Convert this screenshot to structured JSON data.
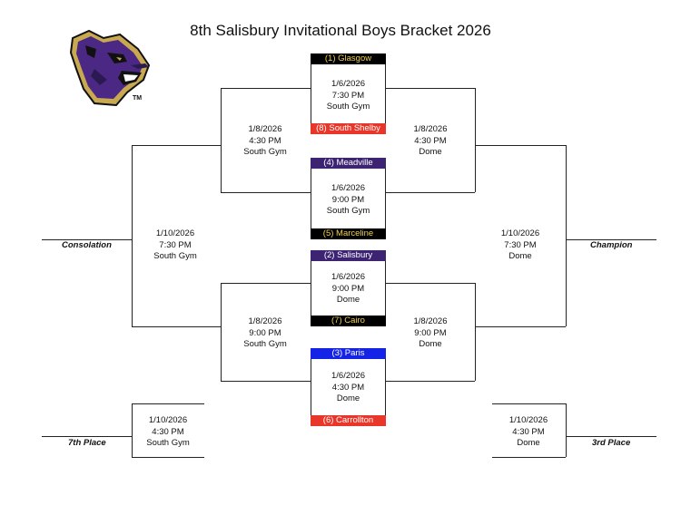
{
  "title": "8th Salisbury Invitational Boys Bracket 2026",
  "logo": {
    "tm": "TM",
    "colors": {
      "gold": "#C8A951",
      "purple": "#4B2883",
      "black": "#111111"
    }
  },
  "first_round": [
    {
      "top": {
        "name": "(1) Glasgow",
        "bg": "#000000",
        "fg": "#F2D24A"
      },
      "info": [
        "1/6/2026",
        "7:30 PM",
        "South Gym"
      ],
      "bottom": {
        "name": "(8) South Shelby",
        "bg": "#E8372A",
        "fg": "#FFFFFF"
      }
    },
    {
      "top": {
        "name": "(4) Meadville",
        "bg": "#3C2473",
        "fg": "#FFFFFF"
      },
      "info": [
        "1/6/2026",
        "9:00 PM",
        "South Gym"
      ],
      "bottom": {
        "name": "(5) Marceline",
        "bg": "#000000",
        "fg": "#F2D24A"
      }
    },
    {
      "top": {
        "name": "(2) Salisbury",
        "bg": "#3C2473",
        "fg": "#FFFFFF"
      },
      "info": [
        "1/6/2026",
        "9:00 PM",
        "Dome"
      ],
      "bottom": {
        "name": "(7) Cairo",
        "bg": "#000000",
        "fg": "#F2D24A"
      }
    },
    {
      "top": {
        "name": "(3) Paris",
        "bg": "#1523E6",
        "fg": "#FFFFFF"
      },
      "info": [
        "1/6/2026",
        "4:30 PM",
        "Dome"
      ],
      "bottom": {
        "name": "(6) Carrollton",
        "bg": "#E8372A",
        "fg": "#FFFFFF"
      }
    }
  ],
  "consolation_semis": [
    [
      "1/8/2026",
      "4:30 PM",
      "South Gym"
    ],
    [
      "1/8/2026",
      "9:00 PM",
      "South Gym"
    ]
  ],
  "championship_semis": [
    [
      "1/8/2026",
      "4:30 PM",
      "Dome"
    ],
    [
      "1/8/2026",
      "9:00 PM",
      "Dome"
    ]
  ],
  "consolation_final": {
    "label": "Consolation",
    "info": [
      "1/10/2026",
      "7:30 PM",
      "South Gym"
    ]
  },
  "champion_final": {
    "label": "Champion",
    "info": [
      "1/10/2026",
      "7:30 PM",
      "Dome"
    ]
  },
  "seventh_place": {
    "label": "7th Place",
    "info": [
      "1/10/2026",
      "4:30 PM",
      "South Gym"
    ]
  },
  "third_place": {
    "label": "3rd Place",
    "info": [
      "1/10/2026",
      "4:30 PM",
      "Dome"
    ]
  }
}
